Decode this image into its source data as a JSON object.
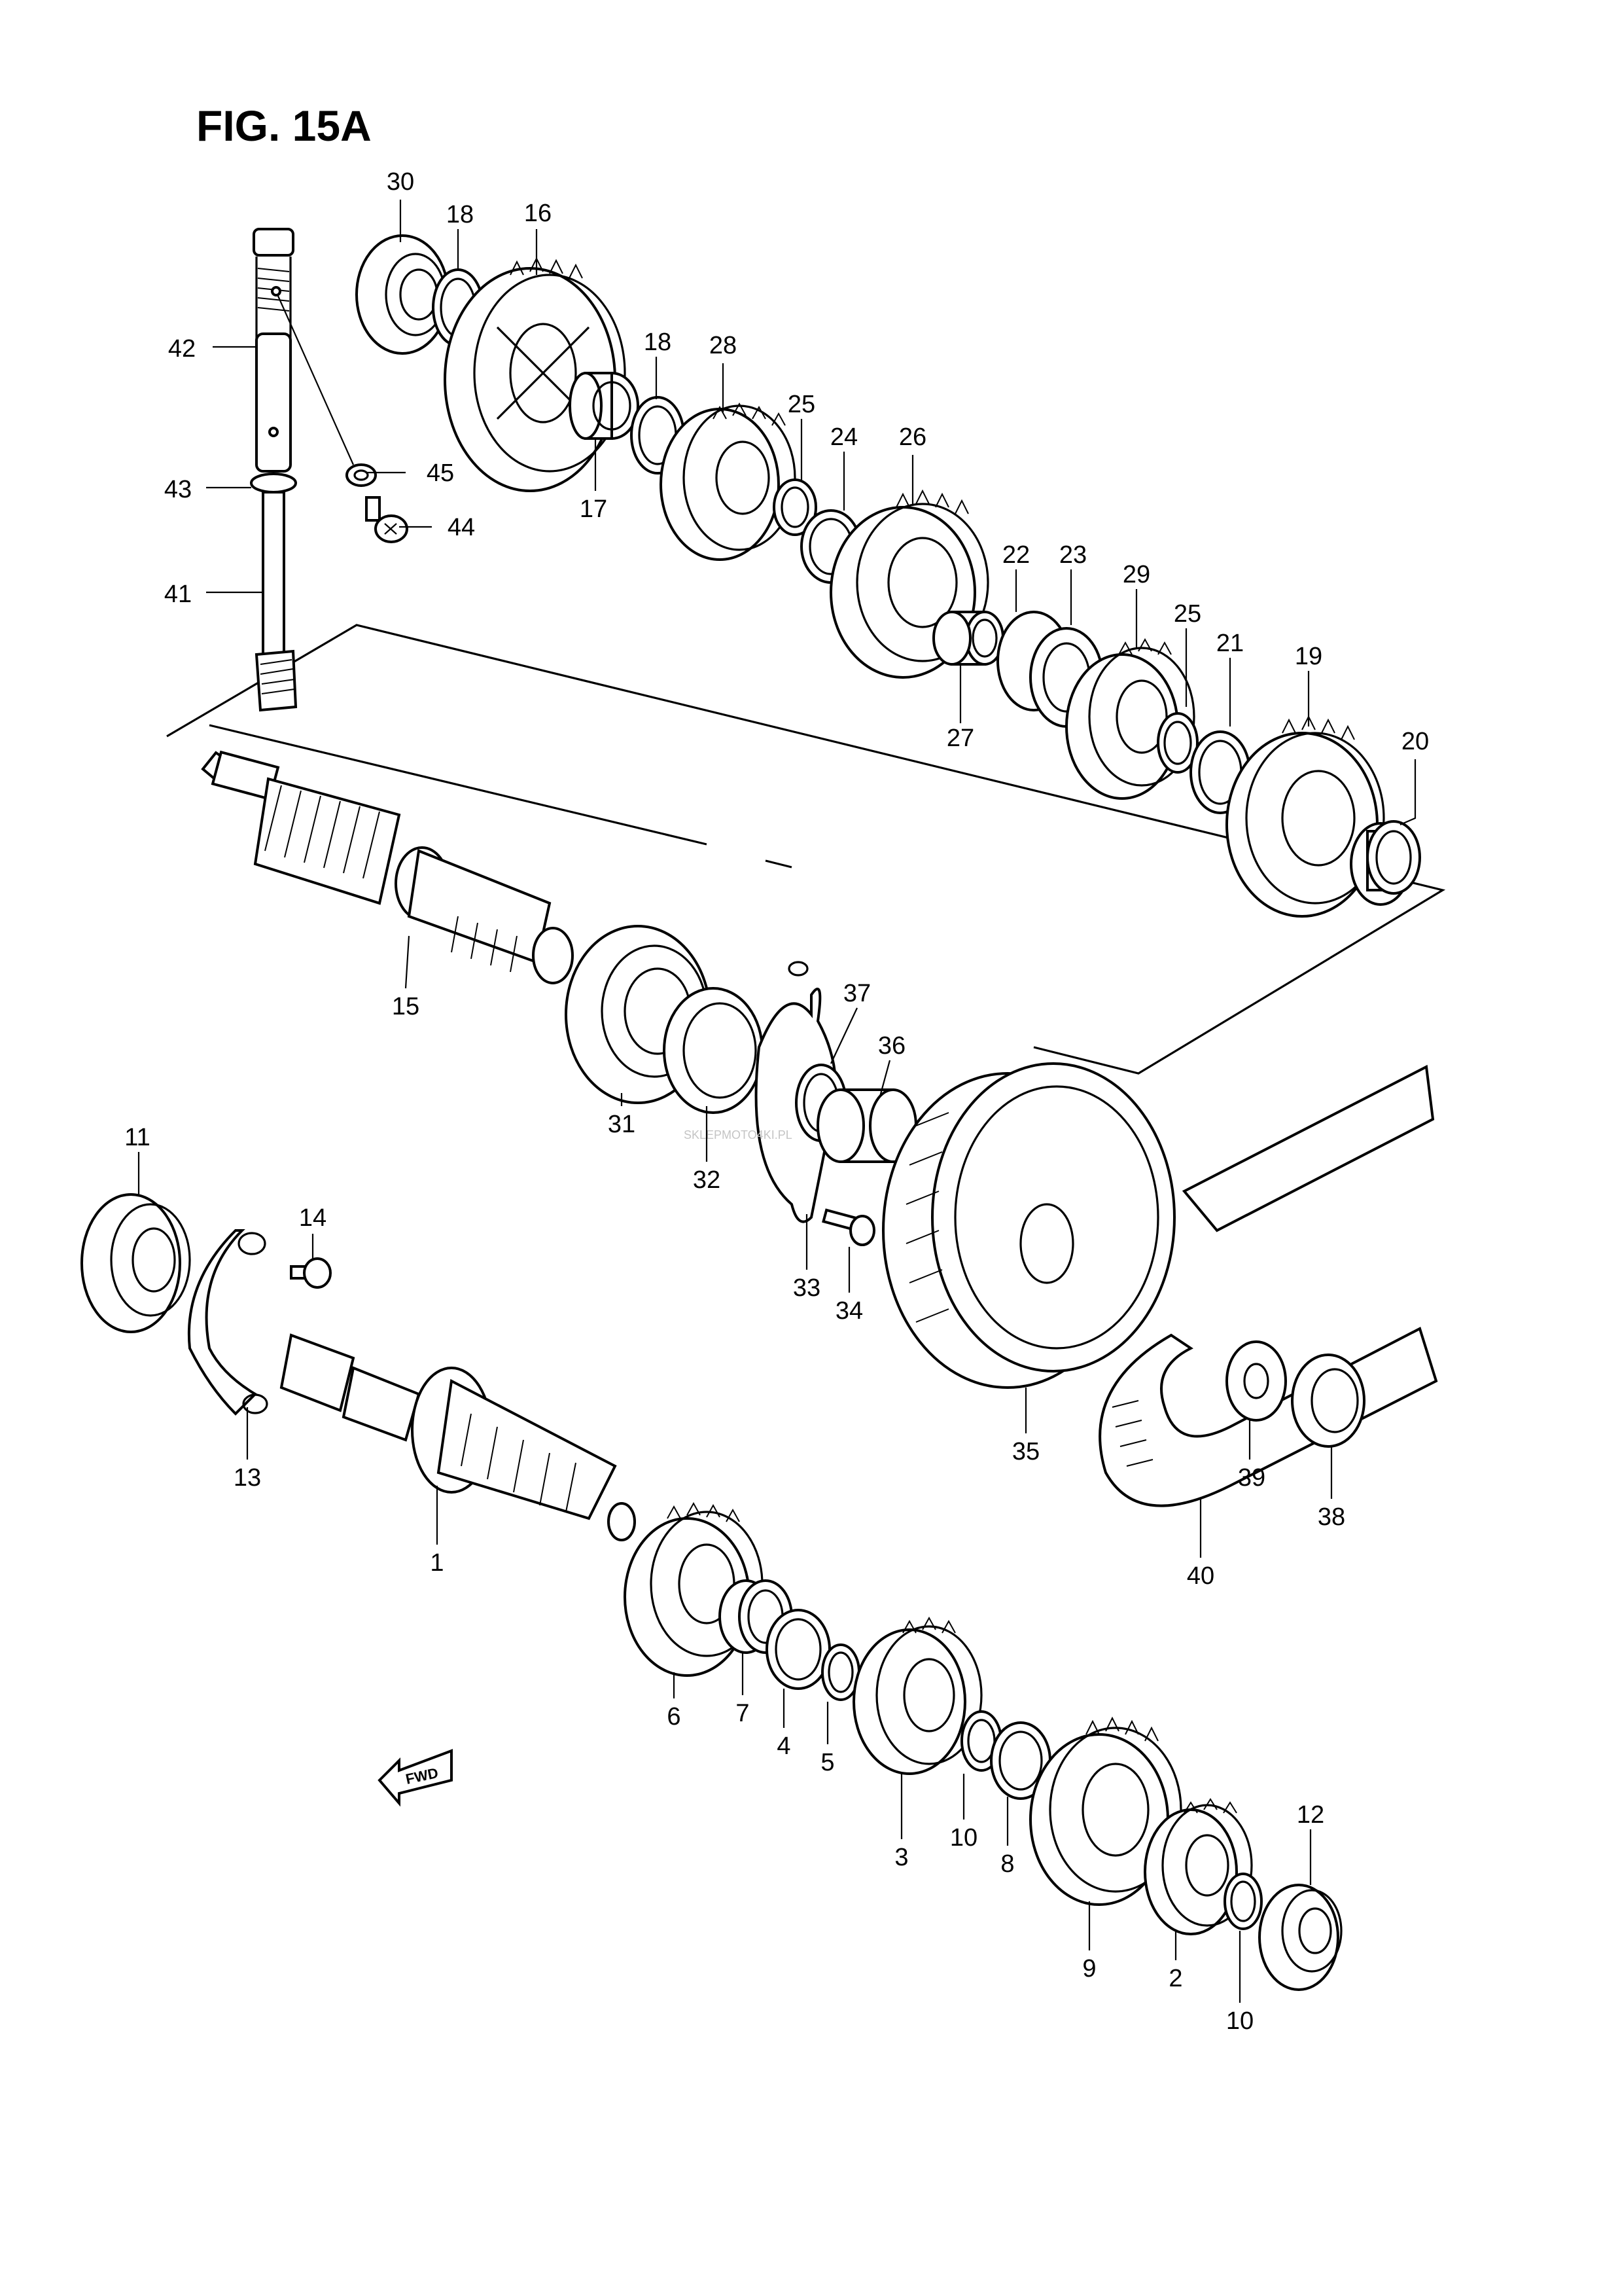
{
  "figure": {
    "title": "FIG. 15A"
  },
  "fwd_label": "FWD",
  "watermark": "SKLEPMOTO4KI.PL",
  "part_numbers": [
    "30",
    "18",
    "16",
    "18",
    "28",
    "25",
    "24",
    "26",
    "42",
    "45",
    "43",
    "44",
    "17",
    "41",
    "22",
    "23",
    "29",
    "25",
    "21",
    "19",
    "27",
    "20",
    "15",
    "37",
    "36",
    "31",
    "32",
    "11",
    "14",
    "33",
    "34",
    "13",
    "35",
    "39",
    "38",
    "1",
    "40",
    "6",
    "7",
    "4",
    "5",
    "3",
    "10",
    "8",
    "12",
    "9",
    "2",
    "10"
  ]
}
